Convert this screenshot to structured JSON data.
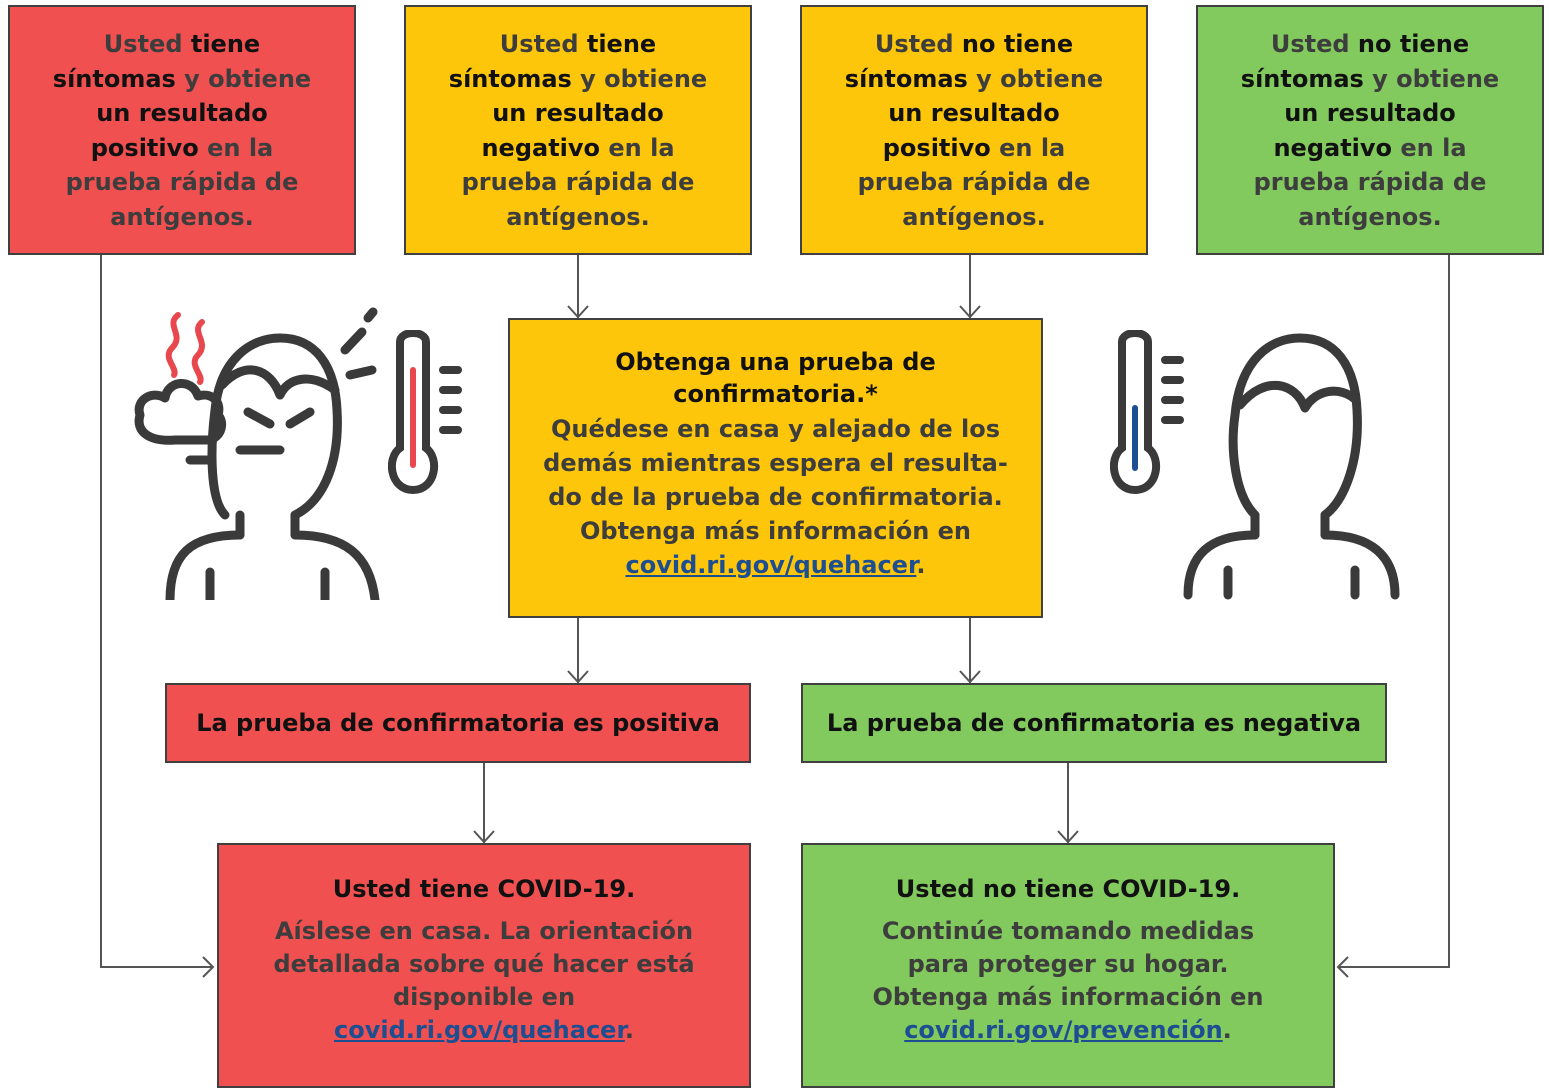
{
  "top_boxes": [
    {
      "p1": "Usted ",
      "b1": "tiene síntomas",
      "p2": " y obtiene ",
      "b2": "un resultado positivo",
      "p3": " en la prueba rápida de antígenos.",
      "color": "#f05050"
    },
    {
      "p1": "Usted ",
      "b1": "tiene síntomas",
      "p2": " y obtiene ",
      "b2": "un resultado negativo",
      "p3": " en la prueba rápida de antígenos.",
      "color": "#fdc60a"
    },
    {
      "p1": "Usted ",
      "b1": "no tiene síntomas",
      "p2": " y obtiene ",
      "b2": "un resultado positivo",
      "p3": " en la prueba rápida de antígenos.",
      "color": "#fdc60a"
    },
    {
      "p1": "Usted ",
      "b1": "no tiene síntomas",
      "p2": " y obtiene ",
      "b2": "un resultado negativo",
      "p3": " en la prueba rápida de antígenos.",
      "color": "#82c95e"
    }
  ],
  "middle": {
    "title": "Obtenga una prueba de confirmatoria.*",
    "body": "Quédese en casa y alejado de los demás mientras espera el resulta- do de la prueba de confirmatoria. Obtenga más información en",
    "link": "covid.ri.gov/quehacer",
    "end": "."
  },
  "conf_positive": "La prueba de confirmatoria es positiva",
  "conf_negative": "La prueba de confirmatoria es negativa",
  "result_positive": {
    "title": "Usted tiene COVID-19.",
    "bold": "Aíslese en casa.",
    "body": " La orientación detallada sobre qué hacer está disponible en",
    "link": "covid.ri.gov/quehacer",
    "end": "."
  },
  "result_negative": {
    "title": "Usted no tiene COVID-19.",
    "body": "Continúe tomando medidas para proteger su hogar. Obtenga más información en",
    "link": "covid.ri.gov/prevención",
    "end": "."
  },
  "colors": {
    "red": "#f05050",
    "yellow": "#fdc60a",
    "green": "#82c95e",
    "link": "#1d4e91",
    "outline": "#404040",
    "thermo_hot": "#f05050",
    "thermo_normal": "#1d4e91"
  },
  "icons": [
    "sick-person-icon",
    "thermometer-high-icon",
    "healthy-person-icon",
    "thermometer-normal-icon"
  ]
}
